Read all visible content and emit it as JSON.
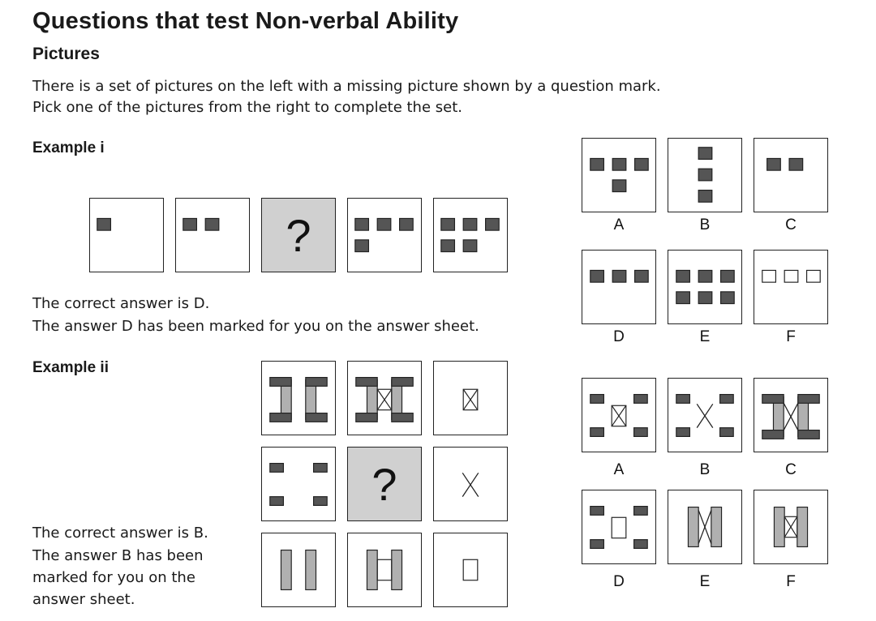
{
  "title": "Questions that test Non-verbal Ability",
  "subtitle": "Pictures",
  "intro": {
    "line1": "There is a set of pictures on the left with a missing picture shown by a question mark.",
    "line2": "Pick one of the pictures from the right to complete the set."
  },
  "example1": {
    "heading": "Example i",
    "question_mark": "?",
    "answer_line1": "The correct answer is D.",
    "answer_line2": "The answer D has been marked for you on the answer sheet.",
    "options": [
      {
        "label": "A"
      },
      {
        "label": "B"
      },
      {
        "label": "C"
      },
      {
        "label": "D"
      },
      {
        "label": "E"
      },
      {
        "label": "F"
      }
    ]
  },
  "example2": {
    "heading": "Example ii",
    "question_mark": "?",
    "answer_lines": [
      "The correct answer is B.",
      "The answer B has been",
      "marked for you on the",
      "answer sheet."
    ],
    "options": [
      {
        "label": "A"
      },
      {
        "label": "B"
      },
      {
        "label": "C"
      },
      {
        "label": "D"
      },
      {
        "label": "E"
      },
      {
        "label": "F"
      }
    ]
  },
  "colors": {
    "square_fill": "#555555",
    "bar_fill": "#b0b0b0",
    "question_bg": "#d0d0d0",
    "stroke": "#222222"
  }
}
